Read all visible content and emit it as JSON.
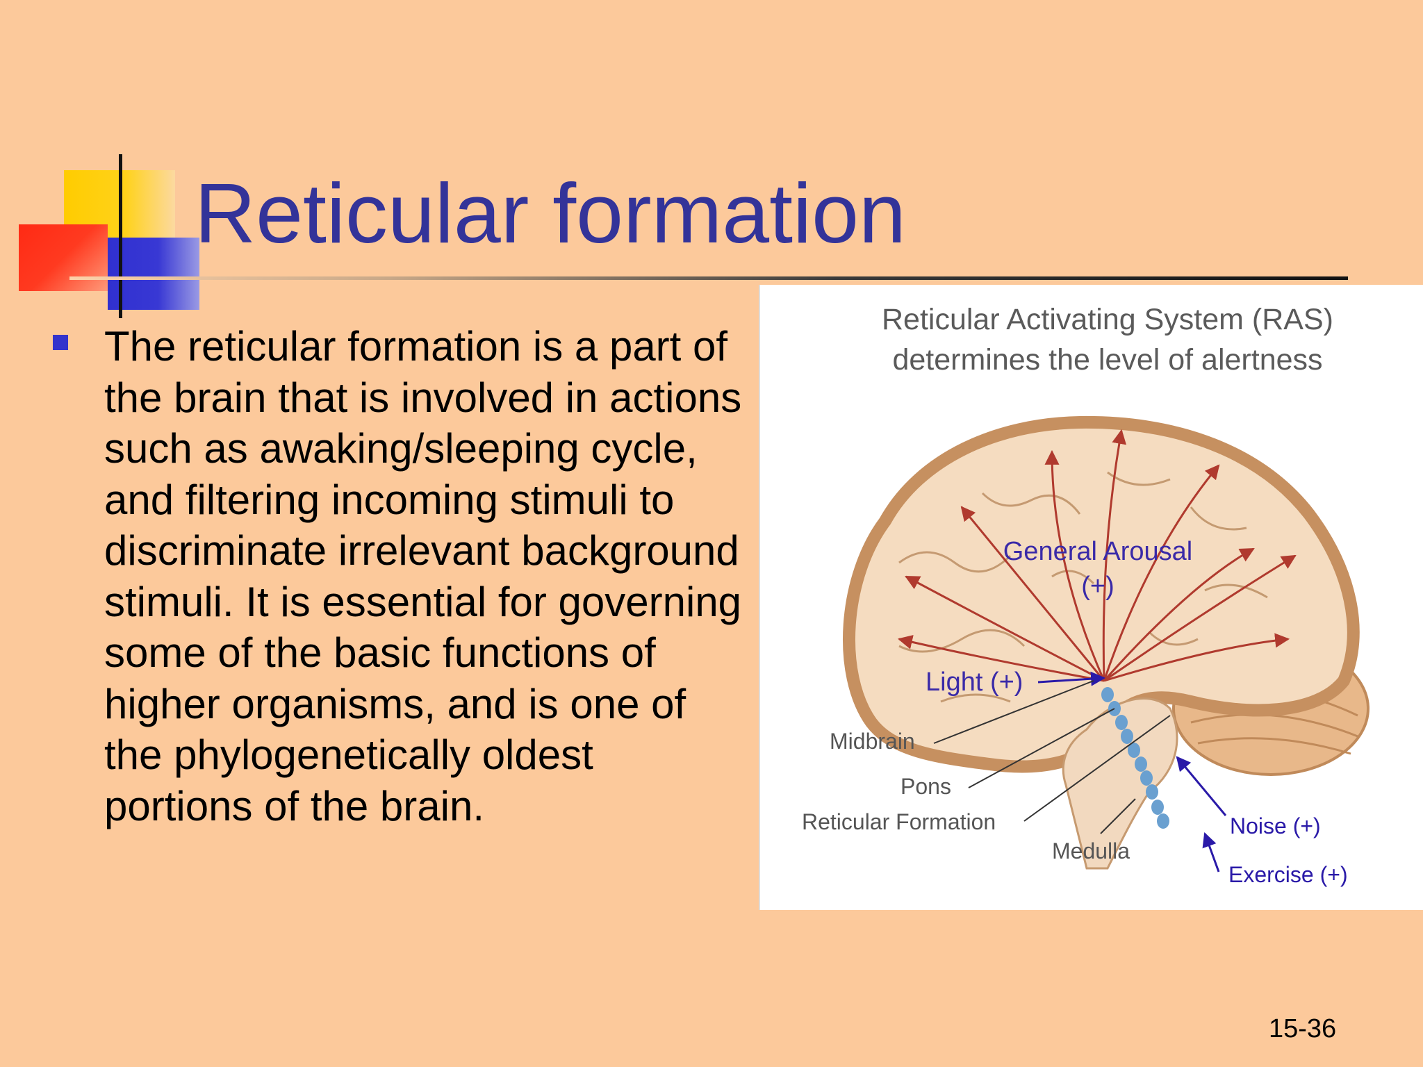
{
  "title": "Reticular formation",
  "bullet": "The reticular formation is a part of the brain that is involved in actions such as awaking/sleeping cycle, and filtering incoming stimuli to discriminate irrelevant background stimuli. It is essential for governing some of the basic functions of higher organisms, and is one of the phylogenetically oldest portions of the brain.",
  "figure": {
    "title_line1": "Reticular Activating System (RAS)",
    "title_line2": "determines the level of alertness",
    "labels": {
      "general_arousal": "General Arousal",
      "plus": "(+)",
      "light": "Light (+)",
      "midbrain": "Midbrain",
      "pons": "Pons",
      "reticular_formation": "Reticular Formation",
      "medulla": "Medulla",
      "noise": "Noise (+)",
      "exercise": "Exercise (+)"
    }
  },
  "page_number": "15-36",
  "colors": {
    "background": "#fcc99b",
    "title": "#333399",
    "bullet": "#3333cc",
    "arrows_red": "#b03a2e",
    "arrows_blue": "#2a1aa8"
  }
}
